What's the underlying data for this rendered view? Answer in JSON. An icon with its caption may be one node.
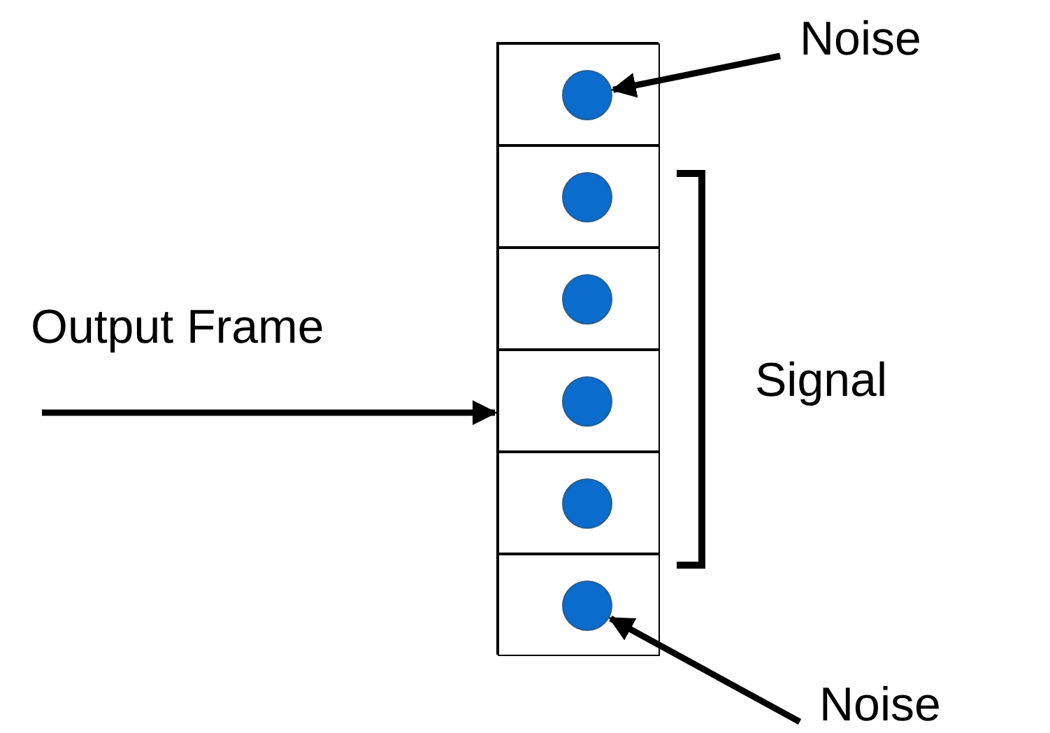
{
  "diagram": {
    "nodes": [
      {
        "text": [
          "Noise"
        ]
      },
      {
        "text": [],
        "shape": "box"
      },
      {
        "text": [],
        "shape": "box",
        "in": 1
      },
      {
        "text": [],
        "shape": "box",
        "in": 1
      },
      {
        "text": [],
        "shape": "box",
        "in": 1
      },
      {
        "text": [],
        "shape": "box",
        "in": 1
      },
      {
        "text": [],
        "shape": "box",
        "in": 1
      },
      {
        "text": [],
        "shape": "box",
        "in": 1
      },
      {
        "text": [],
        "shape": "circle",
        "in": 2
      },
      {
        "text": [],
        "shape": "circle",
        "in": 3
      },
      {
        "text": [],
        "shape": "circle",
        "in": 4
      },
      {
        "text": [],
        "shape": "circle",
        "in": 5
      },
      {
        "text": [],
        "shape": "circle",
        "in": 6
      },
      {
        "text": [],
        "shape": "circle",
        "in": 7
      },
      {
        "text": [
          "Noise"
        ]
      }
    ],
    "edges": [
      {
        "from": 0,
        "to": 8,
        "arrow": "to"
      },
      {
        "from": 14,
        "to": 13,
        "arrow": "to"
      },
      {
        "from": null,
        "to": 1,
        "arrow": "to"
      }
    ],
    "labels": [
      "Output Frame",
      "Signal"
    ]
  }
}
